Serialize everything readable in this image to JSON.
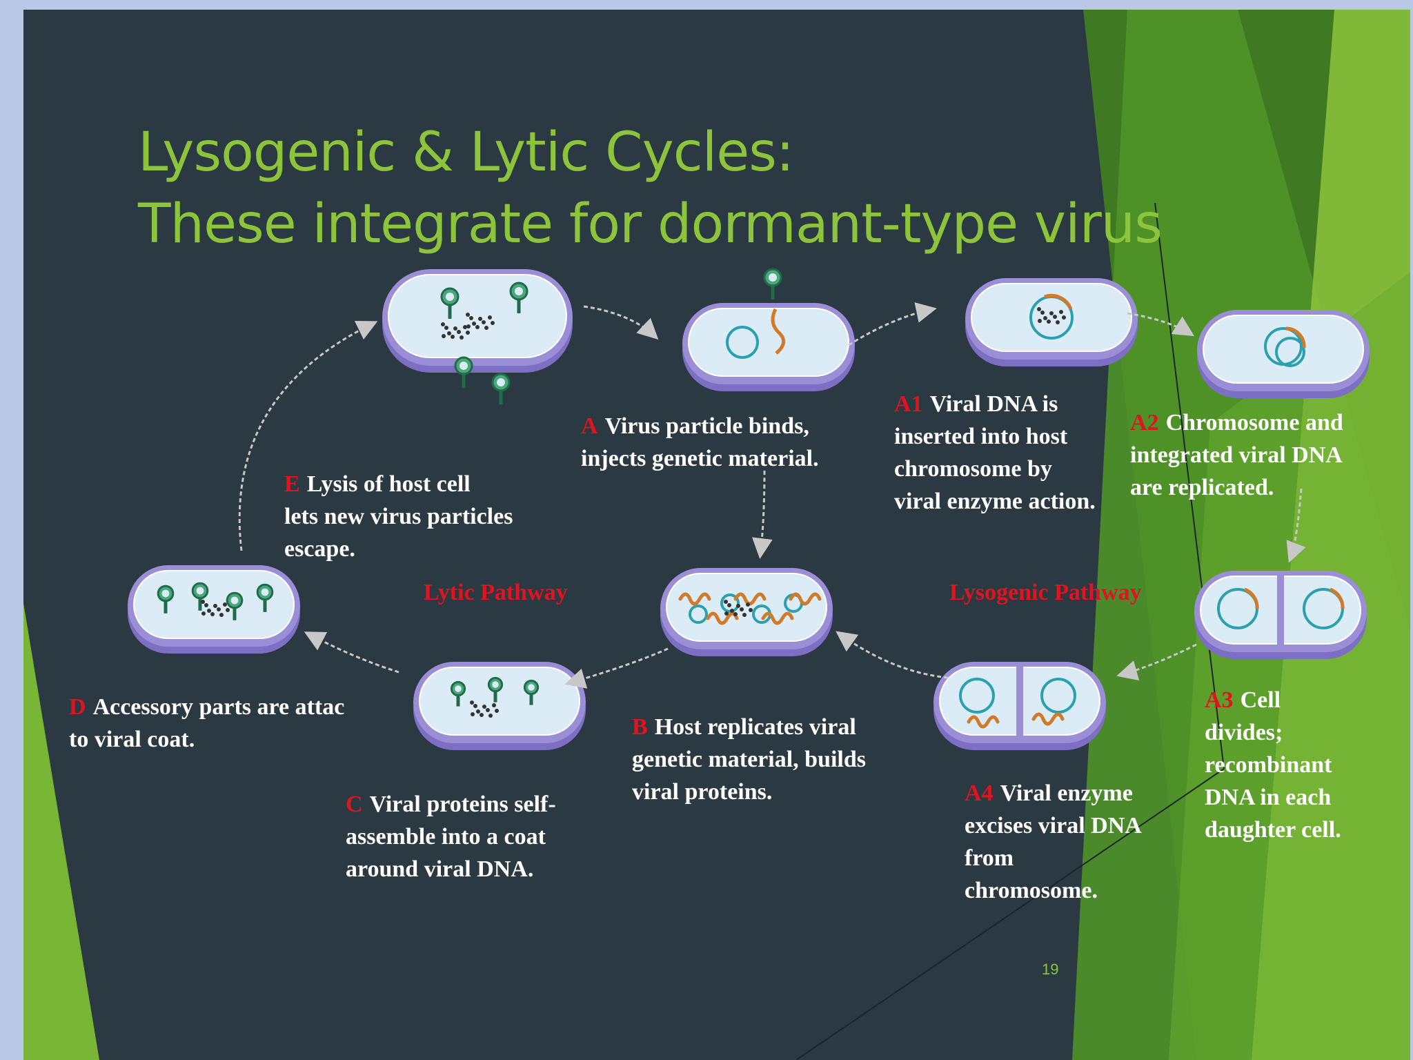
{
  "slide": {
    "title_line1": "Lysogenic & Lytic Cycles:",
    "title_line2": "These integrate for dormant-type virus",
    "page_number": "19"
  },
  "colors": {
    "background": "#2b3942",
    "title": "#8cc43c",
    "step_tag": "#e0141e",
    "caption": "#ffffff",
    "cell_membrane": "#9a8fd6",
    "cell_interior": "#dcecf6",
    "viral_dna": "#d07a2a",
    "host_chromosome": "#2aa0b0"
  },
  "pathways": {
    "lytic": "Lytic Pathway",
    "lysogenic": "Lysogenic Pathway"
  },
  "steps": {
    "A": {
      "tag": "A",
      "lines": [
        "Virus particle binds,",
        "injects genetic material."
      ]
    },
    "A1": {
      "tag": "A1",
      "lines": [
        "Viral DNA is",
        "inserted into host",
        "chromosome by",
        "viral enzyme action."
      ]
    },
    "A2": {
      "tag": "A2",
      "lines": [
        "Chromosome and",
        "integrated viral DNA",
        "are replicated."
      ]
    },
    "A3": {
      "tag": "A3",
      "lines": [
        "Cell",
        "divides;",
        "recombinant",
        "DNA in each",
        "daughter cell."
      ]
    },
    "A4": {
      "tag": "A4",
      "lines": [
        "Viral enzyme",
        "excises viral DNA",
        "from",
        "chromosome."
      ]
    },
    "B": {
      "tag": "B",
      "lines": [
        "Host replicates viral",
        "genetic material, builds",
        "viral proteins."
      ]
    },
    "C": {
      "tag": "C",
      "lines": [
        "Viral proteins self-",
        "assemble into a coat",
        "around viral DNA."
      ]
    },
    "D": {
      "tag": "D",
      "lines": [
        "Accessory parts are attac",
        "to viral coat."
      ]
    },
    "E": {
      "tag": "E",
      "lines": [
        "Lysis of host cell",
        "lets new virus particles",
        "escape."
      ]
    }
  },
  "cells": {
    "A": {
      "icon": "bacteriophage-attaching-cell-icon"
    },
    "A1": {
      "icon": "dna-integration-cell-icon"
    },
    "A2": {
      "icon": "replicating-chromosome-cell-icon"
    },
    "A3": {
      "icon": "dividing-cell-icon"
    },
    "A4": {
      "icon": "daughter-cells-icon"
    },
    "B": {
      "icon": "viral-replication-cell-icon"
    },
    "C": {
      "icon": "assembling-virions-cell-icon"
    },
    "D": {
      "icon": "mature-virions-cell-icon"
    },
    "E": {
      "icon": "lysing-cell-icon"
    }
  }
}
